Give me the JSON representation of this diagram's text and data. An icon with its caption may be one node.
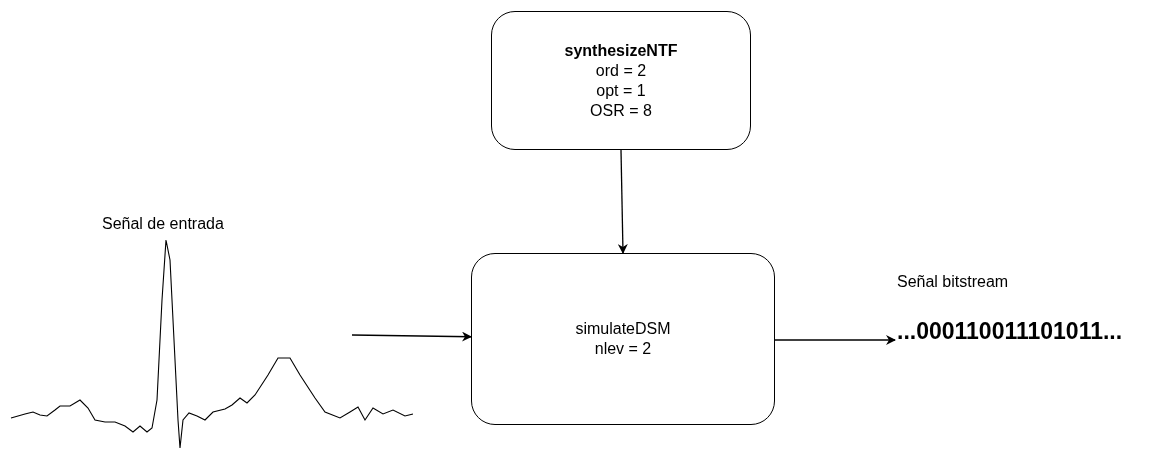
{
  "diagram": {
    "nodes": [
      {
        "text": [
          "synthesizeNTF",
          "ord = 2",
          "opt = 1",
          "OSR = 8"
        ]
      },
      {
        "text": [
          "simulateDSM",
          "nlev = 2"
        ]
      },
      {
        "text": [
          "...000110011101011..."
        ],
        "beside": [
          "Señal bitstream"
        ]
      }
    ],
    "edges": [
      {
        "from": 0,
        "to": 1,
        "arrow": "to"
      },
      {
        "from": null,
        "to": 1,
        "arrow": "to"
      },
      {
        "from": 1,
        "to": 2,
        "arrow": "to"
      }
    ],
    "labels": [
      "Señal de entrada"
    ]
  }
}
